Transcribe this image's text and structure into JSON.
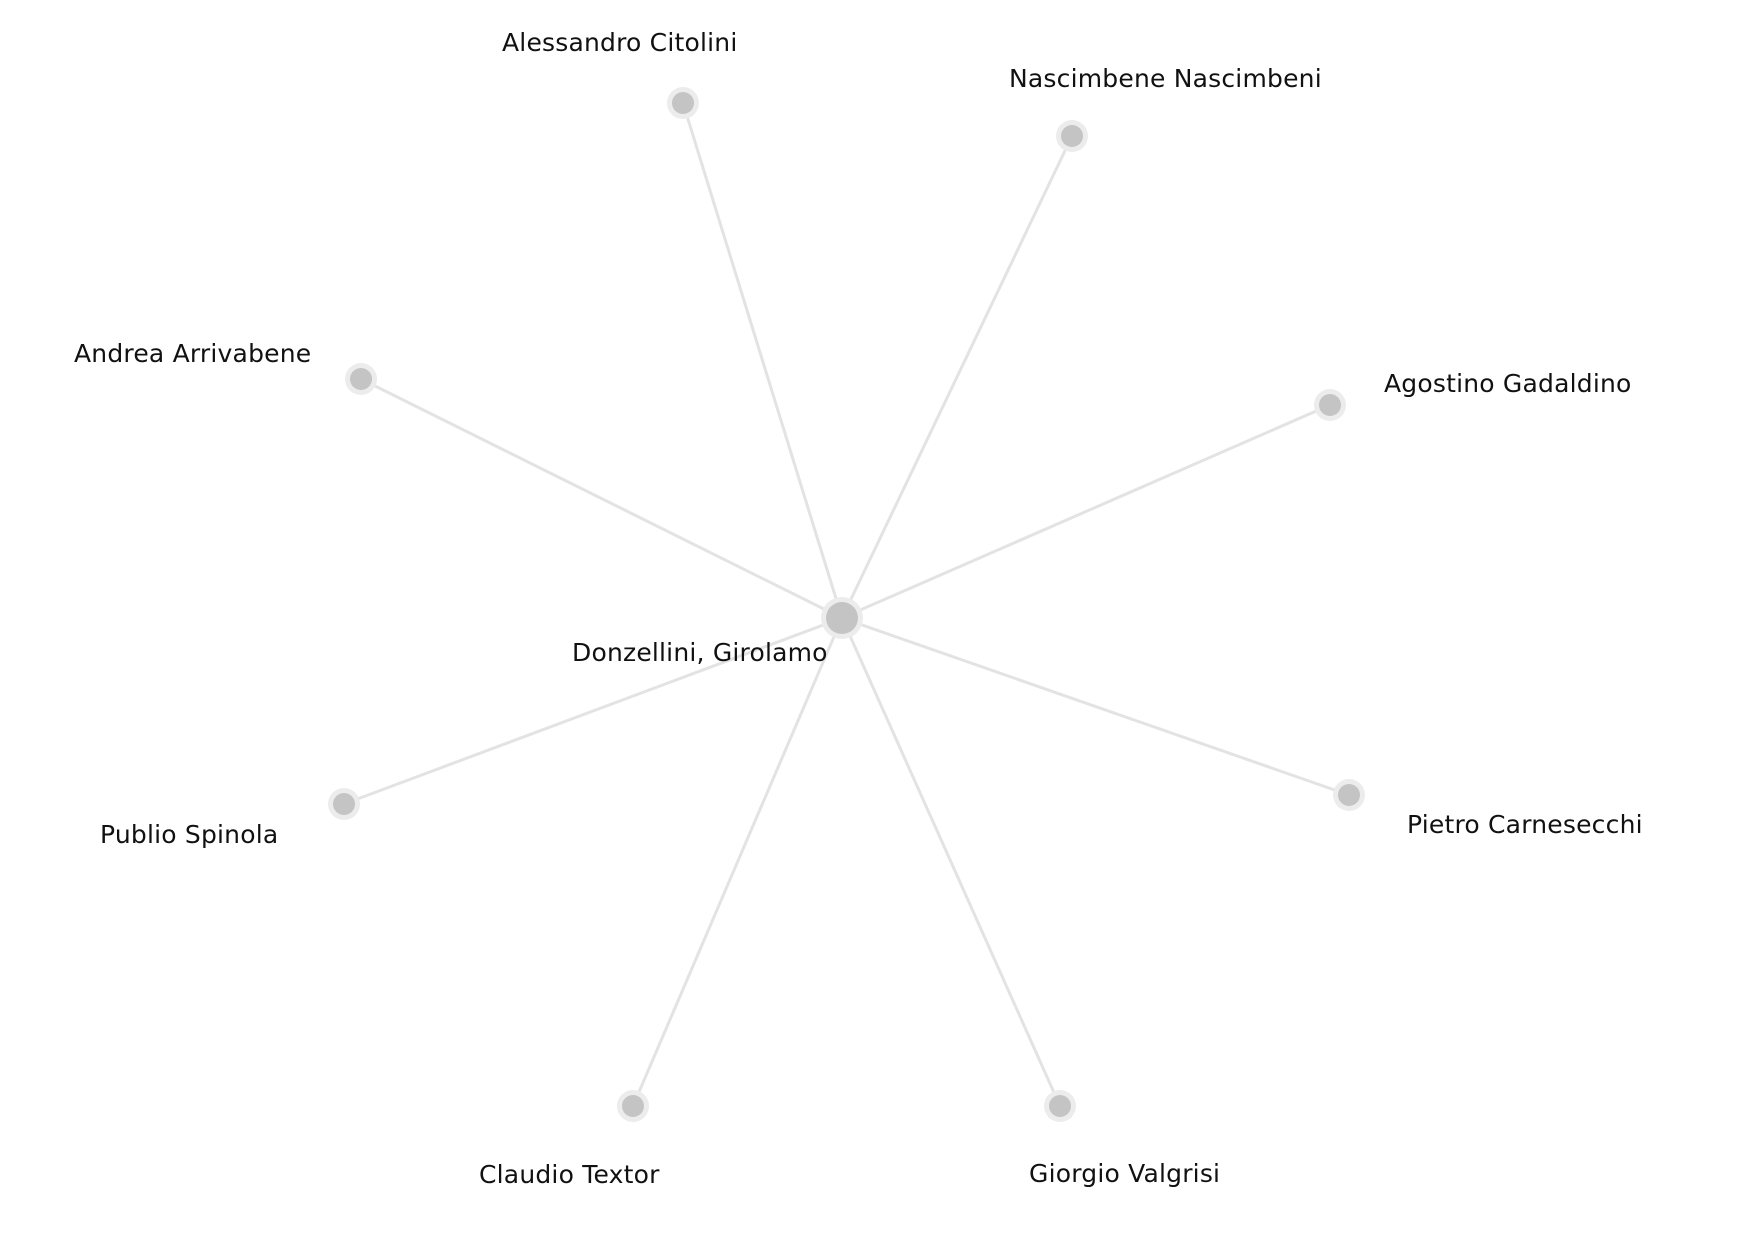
{
  "center": {
    "id": "donzellini",
    "label": "Donzellini, Girolamo"
  },
  "nodes": [
    {
      "id": "citolini",
      "label": "Alessandro Citolini"
    },
    {
      "id": "nascimbeni",
      "label": "Nascimbene Nascimbeni"
    },
    {
      "id": "arrivabene",
      "label": "Andrea Arrivabene"
    },
    {
      "id": "gadaldino",
      "label": "Agostino Gadaldino"
    },
    {
      "id": "spinola",
      "label": "Publio Spinola"
    },
    {
      "id": "carnesecchi",
      "label": "Pietro Carnesecchi"
    },
    {
      "id": "textor",
      "label": "Claudio Textor"
    },
    {
      "id": "valgrisi",
      "label": "Giorgio Valgrisi"
    }
  ],
  "edges": [
    {
      "from": "donzellini",
      "to": "citolini"
    },
    {
      "from": "donzellini",
      "to": "nascimbeni"
    },
    {
      "from": "donzellini",
      "to": "arrivabene"
    },
    {
      "from": "donzellini",
      "to": "gadaldino"
    },
    {
      "from": "donzellini",
      "to": "spinola"
    },
    {
      "from": "donzellini",
      "to": "carnesecchi"
    },
    {
      "from": "donzellini",
      "to": "textor"
    },
    {
      "from": "donzellini",
      "to": "valgrisi"
    }
  ],
  "colors": {
    "edge": "#e3e3e3",
    "node_halo": "#ececec",
    "node_fill": "#c4c4c4",
    "label_text": "#111111"
  }
}
